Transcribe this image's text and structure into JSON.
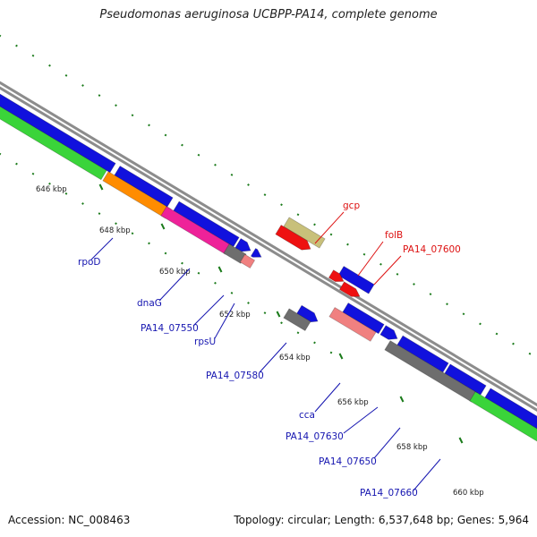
{
  "title": "Pseudomonas aeruginosa UCBPP-PA14, complete genome",
  "footer": {
    "accession": "Accession: NC_008463",
    "summary": "Topology: circular; Length: 6,537,648 bp; Genes: 5,964"
  },
  "colors": {
    "backbone": "#8c8c8c",
    "tick": "#1a7a1a",
    "label_blue": "#1515b0",
    "label_red": "#dd1111",
    "cds": "#1111dd",
    "rna": "#ee1111",
    "feature_green": "#3ad43a",
    "feature_orange": "#ff8c00",
    "feature_magenta": "#ee2299",
    "feature_grey": "#6e6e6e",
    "feature_pink": "#f08080",
    "feature_khaki": "#c8c07a"
  },
  "kbp_labels": [
    "646 kbp",
    "648 kbp",
    "650 kbp",
    "652 kbp",
    "654 kbp",
    "656 kbp",
    "658 kbp",
    "660 kbp"
  ],
  "gene_labels_blue": [
    "rpoD",
    "dnaG",
    "PA14_07550",
    "rpsU",
    "PA14_07580",
    "cca",
    "PA14_07630",
    "PA14_07650",
    "PA14_07660"
  ],
  "gene_labels_red": [
    "gcp",
    "folB",
    "PA14_07600"
  ]
}
